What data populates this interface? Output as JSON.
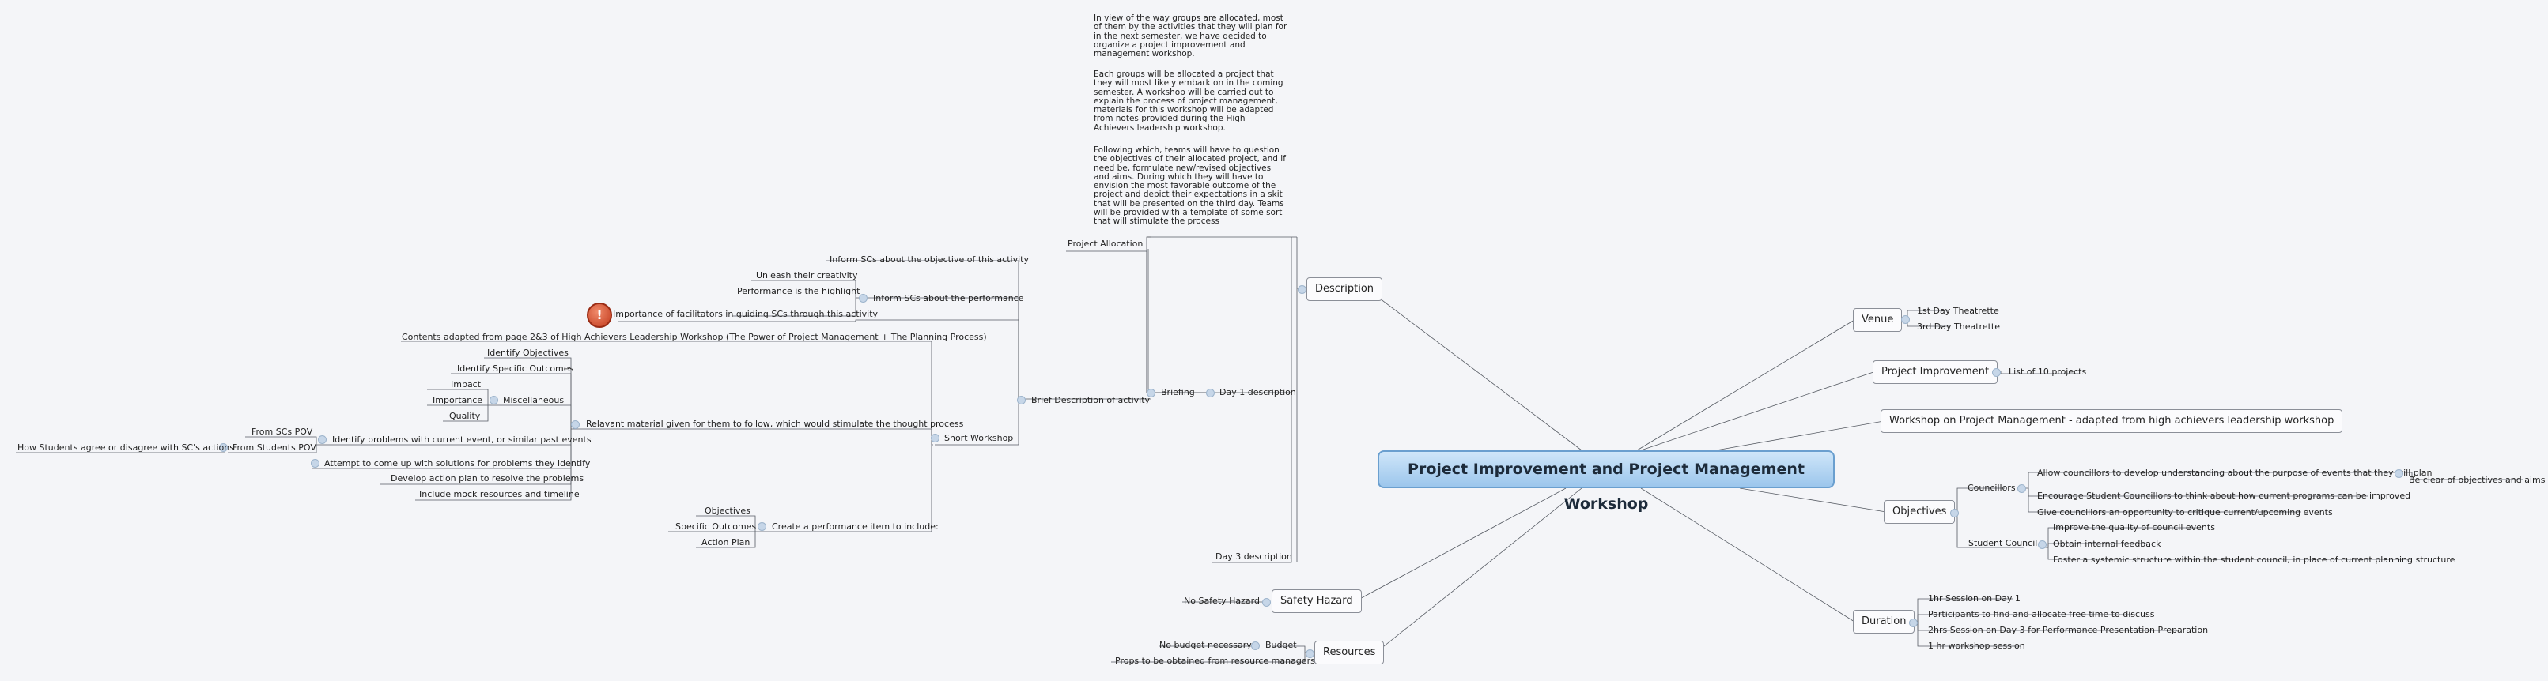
{
  "central": "Project Improvement and Project Management Workshop",
  "description_node": "Description",
  "paragraphs": [
    "In view of the way groups are allocated, most of them by the activities that they will plan for in the next semester, we have decided to organize a project improvement and management workshop.",
    "Each groups will be allocated a project that they will most likely embark on in the coming semester. A workshop will be carried out to explain the process of project management, materials for this workshop will be adapted from notes provided during the High Achievers leadership workshop.",
    "Following which, teams will have to question the objectives of their allocated project, and if need be, formulate new/revised objectives and aims. During which they will have to envision the most favorable outcome of the project and depict their expectations in a skit that will be presented on the third day. Teams will be provided with a template of some sort that will stimulate the process"
  ],
  "left": {
    "project_allocation": "Project Allocation",
    "day3": "Day 3 description",
    "day1": "Day 1 description",
    "briefing": "Briefing",
    "brief_desc": "Brief Description of activity",
    "inform_objective": "Inform SCs about the objective of this activity",
    "inform_performance": "Inform SCs about the performance",
    "unleash": "Unleash their creativity",
    "highlight": "Performance is the highlight",
    "facilitators": "Importance of facilitators in guiding SCs through this activity",
    "warn_icon": "!",
    "short_workshop": "Short Workshop",
    "contents": "Contents adapted from page 2&3 of High Achievers Leadership Workshop (The Power of Project Management + The Planning Process)",
    "relevant": "Relavant material given for them to follow, which would stimulate the thought process",
    "identify_objectives": "Identify Objectives",
    "identify_outcomes": "Identify Specific Outcomes",
    "miscellaneous": "Miscellaneous",
    "impact": "Impact",
    "importance": "Importance",
    "quality": "Quality",
    "identify_problems": "Identify problems with current event, or similar past events",
    "from_scs": "From SCs POV",
    "from_students": "From Students POV",
    "how_students": "How Students agree or disagree with SC's actions",
    "attempt": "Attempt to come up with solutions for problems they identify",
    "develop": "Develop action plan to resolve the problems",
    "mock": "Include mock resources and timeline",
    "create_item": "Create a performance item to include:",
    "objectives": "Objectives",
    "specific_outcomes": "Specific Outcomes",
    "action_plan": "Action Plan",
    "safety_node": "Safety Hazard",
    "no_safety": "No Safety Hazard",
    "resources_node": "Resources",
    "budget": "Budget",
    "no_budget": "No budget necessary",
    "props": "Props to be obtained from resource managers"
  },
  "right": {
    "venue": "Venue",
    "venue1": "1st Day Theatrette",
    "venue2": "3rd Day Theatrette",
    "project_improvement": "Project Improvement",
    "list_projects": "List of 10 projects",
    "workshop_pm": "Workshop on Project Management - adapted from high achievers leadership workshop",
    "objectives": "Objectives",
    "councillors": "Councillors",
    "allow": "Allow councillors to develop understanding about the purpose of events that they will plan",
    "be_clear": "Be clear of objectives and aims",
    "encourage": "Encourage Student Councillors to think about how current programs can be improved",
    "give": "Give councillors an opportunity to critique current/upcoming events",
    "student_council": "Student Council",
    "improve": "Improve the quality of council events",
    "obtain": "Obtain internal feedback",
    "foster": "Foster a systemic structure within the student council, in place of current planning structure",
    "duration": "Duration",
    "d1": "1hr Session on Day 1",
    "d2": "Participants to find and allocate free time to discuss",
    "d3": "2hrs Session on Day 3 for Performance Presentation Preparation",
    "d4": "1 hr workshop session"
  }
}
